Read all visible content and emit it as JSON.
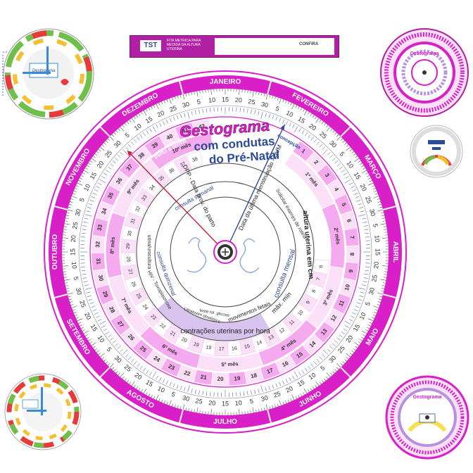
{
  "main_wheel": {
    "title": "Gestograma",
    "subtitle_line1": "com condutas",
    "subtitle_line2": "do Pré-Natal",
    "months": [
      "JANEIRO",
      "FEVEREIRO",
      "MARÇO",
      "ABRIL",
      "MAIO",
      "JUNHO",
      "JULHO",
      "AGOSTO",
      "SETEMBRO",
      "OUTUBRO",
      "NOVEMBRO",
      "DEZEMBRO"
    ],
    "day_numbers": [
      "5",
      "10",
      "15",
      "20",
      "25",
      "30"
    ],
    "week_numbers": [
      "1",
      "2",
      "3",
      "4",
      "5",
      "6",
      "7",
      "8",
      "9",
      "10",
      "11",
      "12",
      "13",
      "14",
      "15",
      "16",
      "17",
      "18",
      "19",
      "20",
      "21",
      "22",
      "23",
      "24",
      "25",
      "26",
      "27",
      "28",
      "29",
      "30",
      "31",
      "32",
      "33",
      "34",
      "35",
      "36",
      "37",
      "38",
      "39",
      "40",
      "41",
      "42"
    ],
    "uterine_heights": [
      "6",
      "7",
      "8",
      "9",
      "10",
      "11",
      "12",
      "13",
      "14",
      "15",
      "16",
      "17",
      "18",
      "19",
      "20",
      "21",
      "22",
      "23",
      "24",
      "25",
      "26",
      "27",
      "28",
      "29",
      "30",
      "31",
      "32",
      "33",
      "34",
      "35",
      "36",
      "37",
      "38"
    ],
    "pregnancy_months": [
      "1º mês",
      "2º mês",
      "3º mês",
      "4º mês",
      "5º mês",
      "6º mês",
      "7º mês",
      "8º mês",
      "9º mês",
      "10º mês"
    ],
    "labels": {
      "dum": "Data da última menstruação - DUM",
      "dpp": "DPP - Data prov. do parto",
      "conception": "concepção",
      "term": "parto a termo",
      "altura_uterina": "altura uterina em cm",
      "consulta_mensal": "consulta mensal",
      "consulta_quinzenal": "consulta quinzenal",
      "consulta_semanal": "consulta semanal",
      "contracoes": "contrações uterinas por hora",
      "movimentos": "movimentos fetais",
      "max_min": "máx. mín",
      "exames_note": "Solicitar exames de rotina",
      "urina_note": "urina/urocultura",
      "glicose_note": "teste tol. glicose",
      "us_note": "Ultrassom obstétrico",
      "hiv_note": "HIV - Toxoplasmose"
    },
    "colors": {
      "magenta": "#d81fc8",
      "pink": "#f5a9ee",
      "light_pink": "#fbe0f8",
      "blue": "#2a4a9a",
      "lavender": "#b890e0",
      "dark": "#222222"
    }
  },
  "header_tape": {
    "logo": "TST",
    "text1": "FITA MÉTRICA PARA MEDIDA DA ALTURA UTERINA",
    "text2": "CONFIRA"
  },
  "thumbnails": {
    "top_left_title": "Gestograma",
    "top_right_title": "Gestograma",
    "bottom_right_title": "Gestograma"
  }
}
